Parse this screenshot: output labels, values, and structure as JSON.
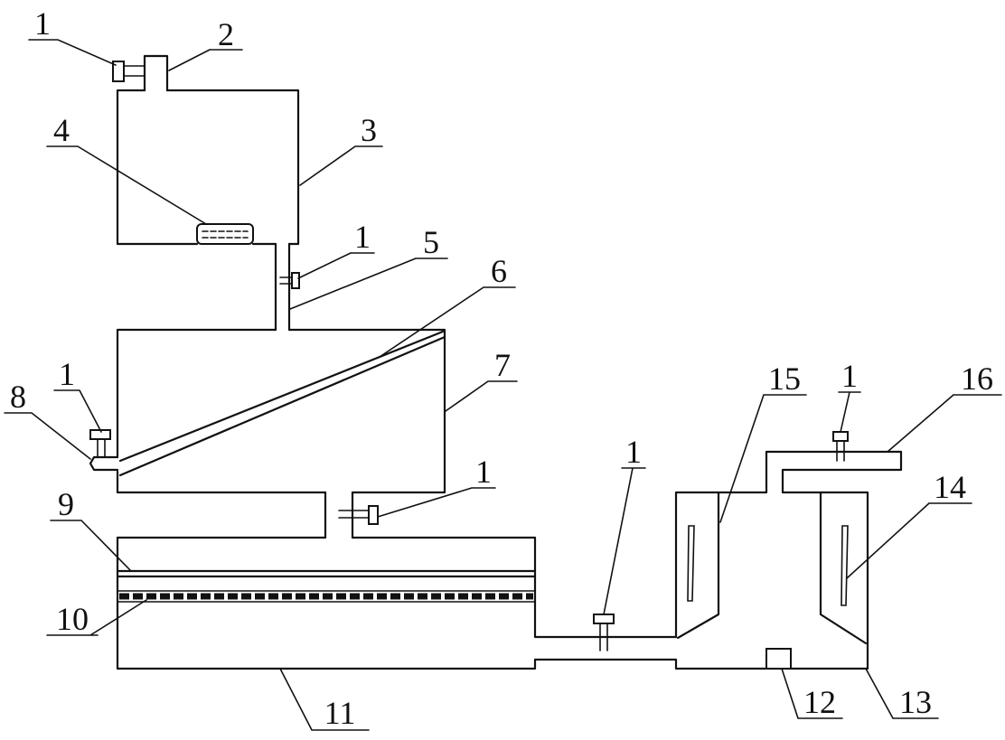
{
  "callouts": {
    "part_1": "1",
    "part_2": "2",
    "part_3": "3",
    "part_4": "4",
    "part_5": "5",
    "part_6": "6",
    "part_7": "7",
    "part_8": "8",
    "part_9": "9",
    "part_10": "10",
    "part_11": "11",
    "part_12": "12",
    "part_13": "13",
    "part_14": "14",
    "part_15": "15",
    "part_16": "16"
  }
}
